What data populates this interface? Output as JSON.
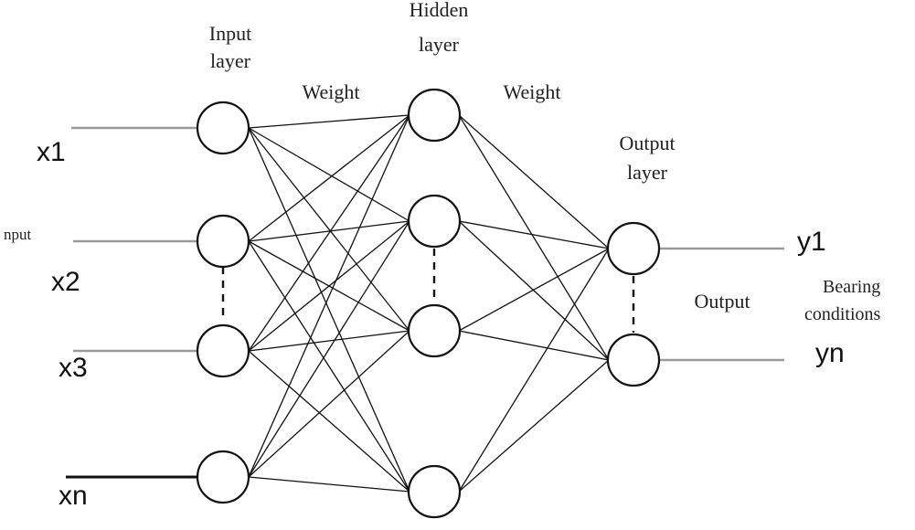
{
  "labels": {
    "input_layer": [
      "Input",
      "layer"
    ],
    "hidden_layer": [
      "Hidden",
      "layer"
    ],
    "output_layer": [
      "Output",
      "layer"
    ],
    "weight_1": "Weight",
    "weight_2": "Weight",
    "input_side": "nput",
    "output_side": "Output",
    "bearing": [
      "Bearing",
      "conditions"
    ]
  },
  "inputs": [
    "x1",
    "x2",
    "x3",
    "xn"
  ],
  "outputs": [
    "y1",
    "yn"
  ]
}
